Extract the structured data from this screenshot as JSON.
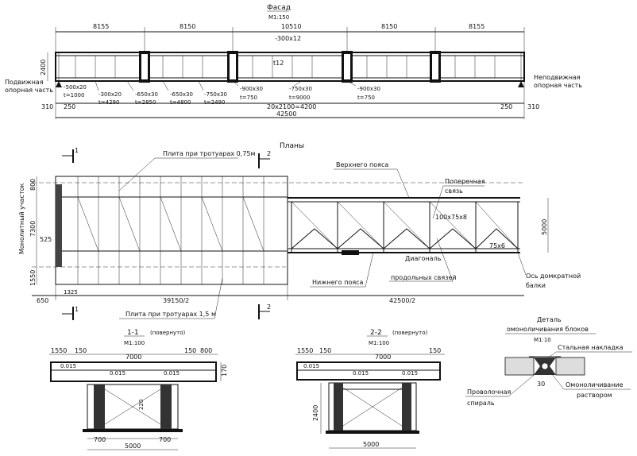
{
  "facade": {
    "title": "Фасад",
    "scale": "М1:150",
    "top_dims": [
      "8155",
      "8150",
      "10510",
      "8150",
      "8155"
    ],
    "sheet_label": "-300x12",
    "plate_thickness": "t12",
    "height": "2400",
    "left_support": [
      "Подвижная",
      "опорная часть"
    ],
    "right_support": [
      "Неподвижная",
      "опорная часть"
    ],
    "plates": [
      [
        "-500x20",
        "t=1000"
      ],
      [
        "-300x20",
        "t=4290"
      ],
      [
        "-650x30",
        "t=2850"
      ],
      [
        "-650x30",
        "t=4800"
      ],
      [
        "-750x30",
        "t=2490"
      ],
      [
        "-900x30",
        "t=750"
      ],
      [
        "-750x30",
        "t=9000"
      ],
      [
        "-900x30",
        "t=750"
      ]
    ],
    "bottom_left_a": "310",
    "bottom_left_b": "250",
    "bottom_center": "20x2100=4200",
    "bottom_right_a": "250",
    "bottom_right_b": "310",
    "total": "42500"
  },
  "plan": {
    "title": "Планы",
    "section_1": "1",
    "section_2": "2",
    "slab_top": "Плита при тротуарах 0,75м",
    "slab_bottom": "Плита при тротуарах 1,5 м",
    "upper_chord": "Верхнего пояса",
    "cross_bracing": [
      "Поперечная",
      "связь"
    ],
    "angle_big": "100x75x8",
    "angle_small": "75x6",
    "lower_chord": "Нижнего пояса",
    "diagonal": [
      "Диагональ",
      "продольных связей"
    ],
    "jack_axis": [
      "Ось домкратной",
      "балки"
    ],
    "monolith": "Монолитный участок",
    "dim_800": "800",
    "dim_7300": "7300",
    "dim_525": "525",
    "dim_1550": "1550",
    "dim_5000": "5000",
    "dim_650": "650",
    "dim_1325": "1325",
    "dim_left_half": "39150/2",
    "dim_right_half": "42500/2"
  },
  "sec1": {
    "title": "1-1",
    "note": "(повернуто)",
    "scale": "М1:100",
    "top_dims": [
      "1550",
      "150",
      "7000",
      "150",
      "800"
    ],
    "slope": "0.015",
    "height": "170",
    "inner": "220",
    "bottom_a": "700",
    "bottom_b": "700",
    "width": "5000"
  },
  "sec2": {
    "title": "2-2",
    "note": "(повернуто)",
    "scale": "М1:100",
    "top_dims": [
      "1550",
      "150",
      "7000",
      "150"
    ],
    "slope": "0.015",
    "height": "2400",
    "width": "5000"
  },
  "detail": {
    "title": [
      "Деталь",
      "омоноличивания блоков"
    ],
    "scale": "М1:10",
    "plate": "Стальная накладка",
    "dim": "30",
    "wire": [
      "Проволочная",
      "спираль"
    ],
    "grout": [
      "Омоноличивание",
      "раствором"
    ]
  }
}
